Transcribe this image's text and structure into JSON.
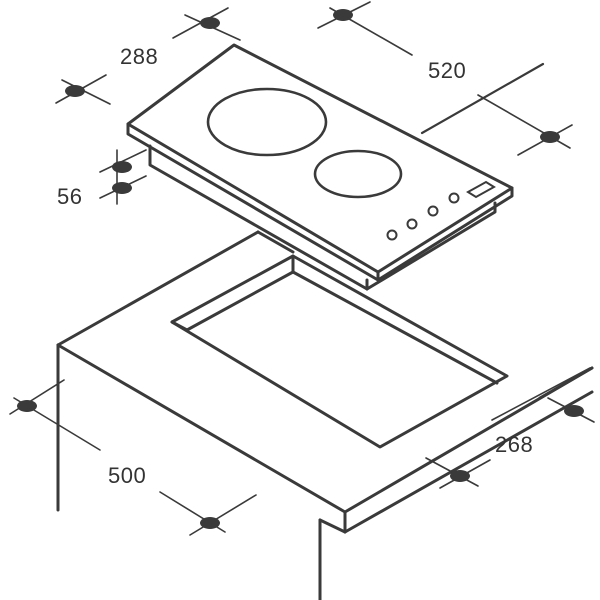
{
  "dimensions": {
    "hob_width": "288",
    "hob_depth": "520",
    "hob_height": "56",
    "cutout_depth": "500",
    "cutout_width": "268"
  },
  "colors": {
    "line": "#3a3a3a",
    "background": "#ffffff"
  }
}
